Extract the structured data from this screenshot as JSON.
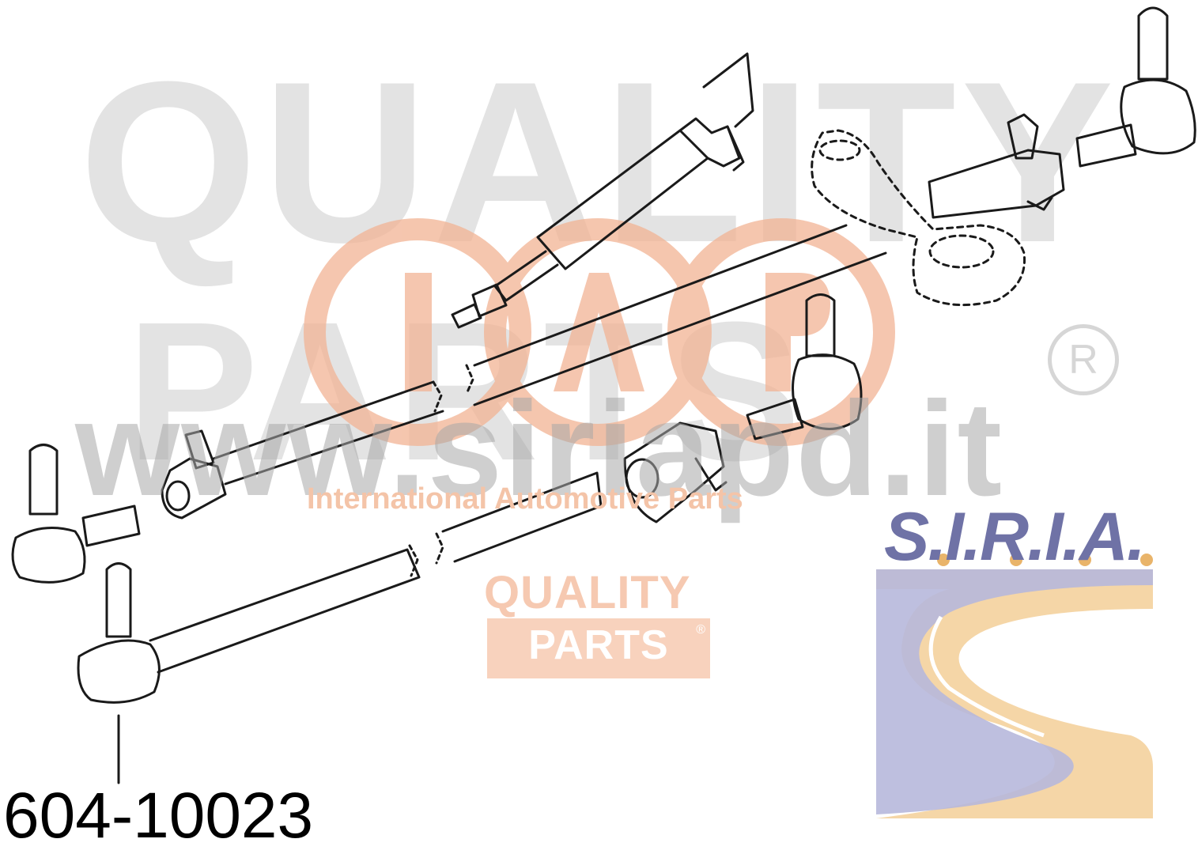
{
  "watermark": {
    "line1": "QUALITY",
    "line2": "PARTS",
    "registered_mark": "R",
    "url": "www.siriapd.it",
    "tagline": "International Automotive Parts"
  },
  "quality_parts_logo": {
    "quality": "QUALITY",
    "parts": "PARTS",
    "registered_mark": "®"
  },
  "siria_logo": {
    "text": "S.I.R.I.A.",
    "colors": {
      "blue": "#6f72a6",
      "gold": "#f1c98c",
      "light_blue": "#b7b8dc"
    }
  },
  "callout": {
    "part_number": "604-10023"
  },
  "colors": {
    "outline": "#1a1a1a",
    "iap_logo": "#f0a880",
    "watermark_grey": "#e3e3e3"
  }
}
